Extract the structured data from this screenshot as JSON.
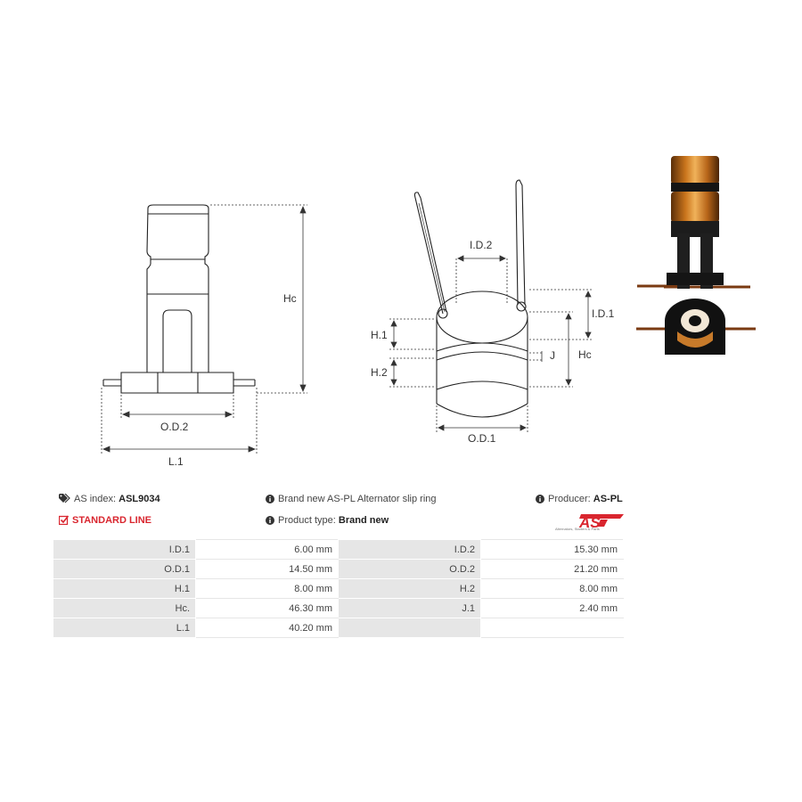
{
  "diagram_labels": {
    "left_hc": "Hc",
    "left_od2": "O.D.2",
    "left_l1": "L.1",
    "mid_id2": "I.D.2",
    "mid_id1": "I.D.1",
    "mid_h1": "H.1",
    "mid_h2": "H.2",
    "mid_j": "J",
    "mid_hc": "Hc",
    "mid_od1": "O.D.1"
  },
  "info": {
    "as_index_label": "AS index:",
    "as_index_value": "ASL9034",
    "standard_line": "STANDARD LINE",
    "description": "Brand new AS-PL Alternator slip ring",
    "product_type_label": "Product type:",
    "product_type_value": "Brand new",
    "producer_label": "Producer:",
    "producer_value": "AS-PL",
    "logo_text": "AS",
    "logo_tagline": "Alternators, Starters & Parts",
    "accent_color": "#d9262f"
  },
  "specs": [
    {
      "l1": "I.D.1",
      "v1": "6.00 mm",
      "l2": "I.D.2",
      "v2": "15.30 mm"
    },
    {
      "l1": "O.D.1",
      "v1": "14.50 mm",
      "l2": "O.D.2",
      "v2": "21.20 mm"
    },
    {
      "l1": "H.1",
      "v1": "8.00 mm",
      "l2": "H.2",
      "v2": "8.00 mm"
    },
    {
      "l1": "Hc.",
      "v1": "46.30 mm",
      "l2": "J.1",
      "v2": "2.40 mm"
    },
    {
      "l1": "L.1",
      "v1": "40.20 mm",
      "l2": "",
      "v2": ""
    }
  ]
}
